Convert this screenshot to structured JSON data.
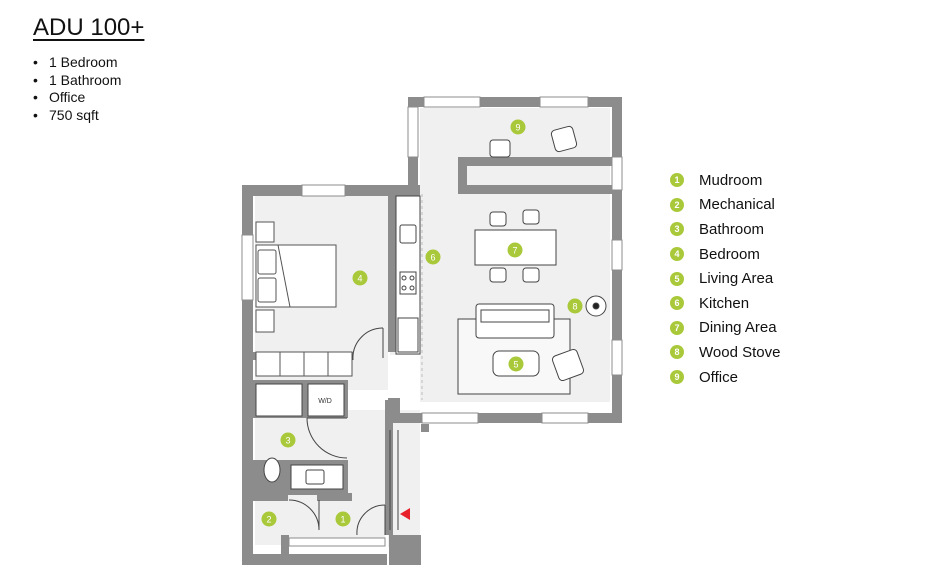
{
  "title": "ADU 100+",
  "specs": [
    "1 Bedroom",
    "1 Bathroom",
    "Office",
    "750 sqft"
  ],
  "legend": [
    {
      "num": "1",
      "label": "Mudroom"
    },
    {
      "num": "2",
      "label": "Mechanical"
    },
    {
      "num": "3",
      "label": "Bathroom"
    },
    {
      "num": "4",
      "label": "Bedroom"
    },
    {
      "num": "5",
      "label": "Living Area"
    },
    {
      "num": "6",
      "label": "Kitchen"
    },
    {
      "num": "7",
      "label": "Dining Area"
    },
    {
      "num": "8",
      "label": "Wood Stove"
    },
    {
      "num": "9",
      "label": "Office"
    }
  ],
  "plan": {
    "washer_dryer_label": "W/D",
    "markers": [
      "1",
      "2",
      "3",
      "4",
      "5",
      "6",
      "7",
      "8",
      "9"
    ]
  },
  "colors": {
    "wall": "#8c8c8c",
    "floor": "#f0f0f0",
    "marker": "#a9c93a",
    "entry_arrow": "#e8202a"
  }
}
